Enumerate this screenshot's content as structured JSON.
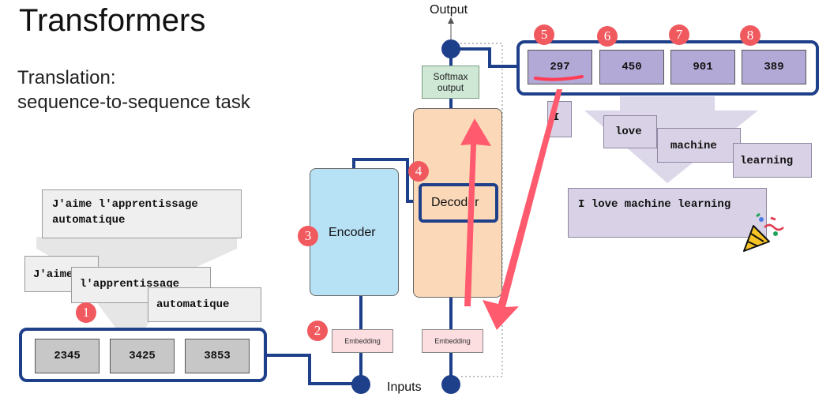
{
  "title": "Transformers",
  "subtitle": [
    "Translation:",
    "sequence-to-sequence task"
  ],
  "input_sentence": "J'aime l'apprentissage automatique",
  "input_tokens": [
    "J'aime",
    "l'apprentissage",
    "automatique"
  ],
  "input_ids": [
    "2345",
    "3425",
    "3853"
  ],
  "output_ids": [
    "297",
    "450",
    "901",
    "389"
  ],
  "output_tokens": [
    "I",
    "love",
    "machine",
    "learning"
  ],
  "output_sentence": "I love machine learning",
  "labels": {
    "output": "Output",
    "inputs": "Inputs",
    "encoder": "Encoder",
    "decoder": "Decoder",
    "softmax": "Softmax output",
    "embedding": "Embedding"
  },
  "badges": [
    "1",
    "2",
    "3",
    "4",
    "5",
    "6",
    "7",
    "8"
  ],
  "icons": [
    "party-popper-icon"
  ],
  "colors": {
    "accent_blue": "#1e3f8a",
    "annotation_red": "#f05a5f",
    "encoder_fill": "#b7e2f5",
    "decoder_fill": "#fbd9b8",
    "softmax_fill": "#cfe8d6",
    "embedding_fill": "#fcdde0",
    "output_token_fill": "#b3a9d6",
    "input_token_fill": "#c7c7c7"
  }
}
